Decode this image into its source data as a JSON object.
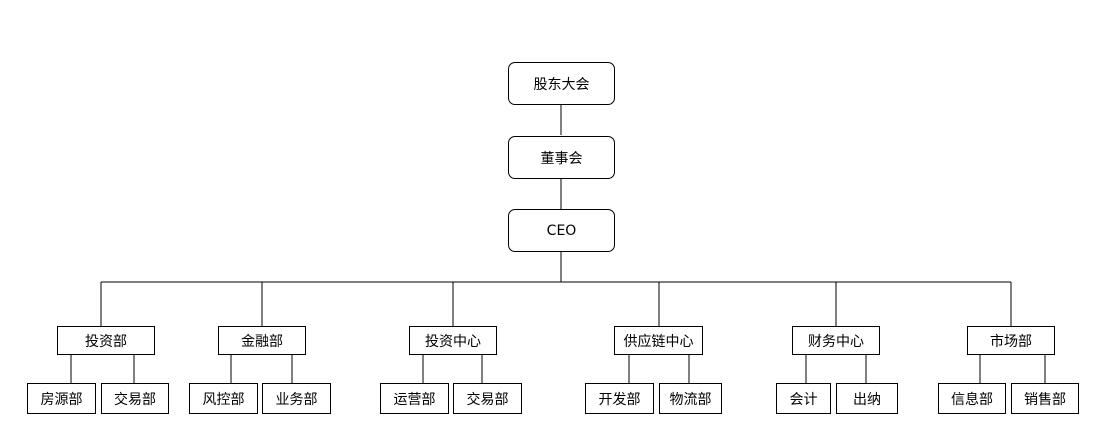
{
  "org": {
    "shareholders": "股东大会",
    "board": "董事会",
    "ceo": "CEO",
    "departments": [
      {
        "name": "投资部",
        "subs": [
          "房源部",
          "交易部"
        ]
      },
      {
        "name": "金融部",
        "subs": [
          "风控部",
          "业务部"
        ]
      },
      {
        "name": "投资中心",
        "subs": [
          "运营部",
          "交易部"
        ]
      },
      {
        "name": "供应链中心",
        "subs": [
          "开发部",
          "物流部"
        ]
      },
      {
        "name": "财务中心",
        "subs": [
          "会计",
          "出纳"
        ]
      },
      {
        "name": "市场部",
        "subs": [
          "信息部",
          "销售部"
        ]
      }
    ]
  }
}
